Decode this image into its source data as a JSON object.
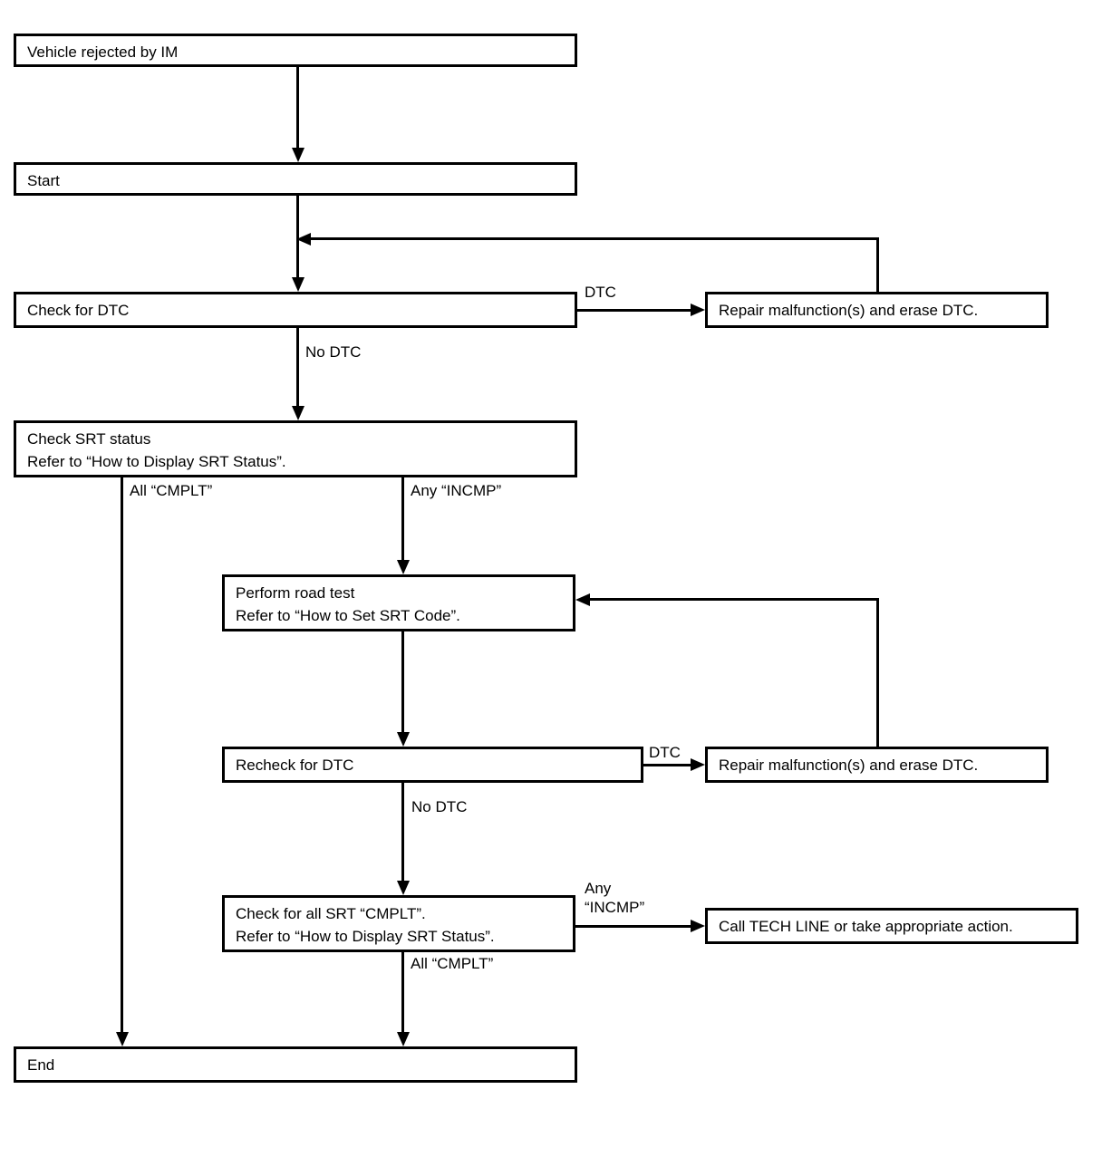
{
  "diagram": {
    "title": "IM Vehicle Rejection / SRT Status Diagnostic Flowchart",
    "type": "flowchart",
    "colors": {
      "background": "#ffffff",
      "stroke": "#000000",
      "text": "#000000"
    },
    "nodes": [
      {
        "id": "vehicle-rejected",
        "label": "Vehicle rejected by IM"
      },
      {
        "id": "start",
        "label": "Start"
      },
      {
        "id": "check-for-dtc",
        "label": "Check for DTC"
      },
      {
        "id": "repair-erase-dtc-1",
        "label": "Repair malfunction(s) and erase DTC."
      },
      {
        "id": "check-srt-status",
        "label": "Check SRT status\nRefer to “How to Display SRT Status”."
      },
      {
        "id": "perform-road-test",
        "label": "Perform road test\nRefer to “How to Set SRT Code”."
      },
      {
        "id": "recheck-for-dtc",
        "label": "Recheck for DTC"
      },
      {
        "id": "repair-erase-dtc-2",
        "label": "Repair malfunction(s) and erase DTC."
      },
      {
        "id": "check-all-srt-cmplt",
        "label": "Check for all SRT “CMPLT”.\nRefer to “How to Display SRT Status”."
      },
      {
        "id": "call-tech-line",
        "label": "Call TECH LINE or take appropriate action."
      },
      {
        "id": "end",
        "label": "End"
      }
    ],
    "edge_labels": [
      {
        "id": "dtc-1",
        "label": "DTC"
      },
      {
        "id": "no-dtc-1",
        "label": "No DTC"
      },
      {
        "id": "all-cmplt-1",
        "label": "All “CMPLT”"
      },
      {
        "id": "any-incmp-1",
        "label": "Any “INCMP”"
      },
      {
        "id": "dtc-2",
        "label": "DTC"
      },
      {
        "id": "no-dtc-2",
        "label": "No DTC"
      },
      {
        "id": "any-incmp-2",
        "label": "Any\n“INCMP”"
      },
      {
        "id": "all-cmplt-2",
        "label": "All “CMPLT”"
      }
    ]
  }
}
